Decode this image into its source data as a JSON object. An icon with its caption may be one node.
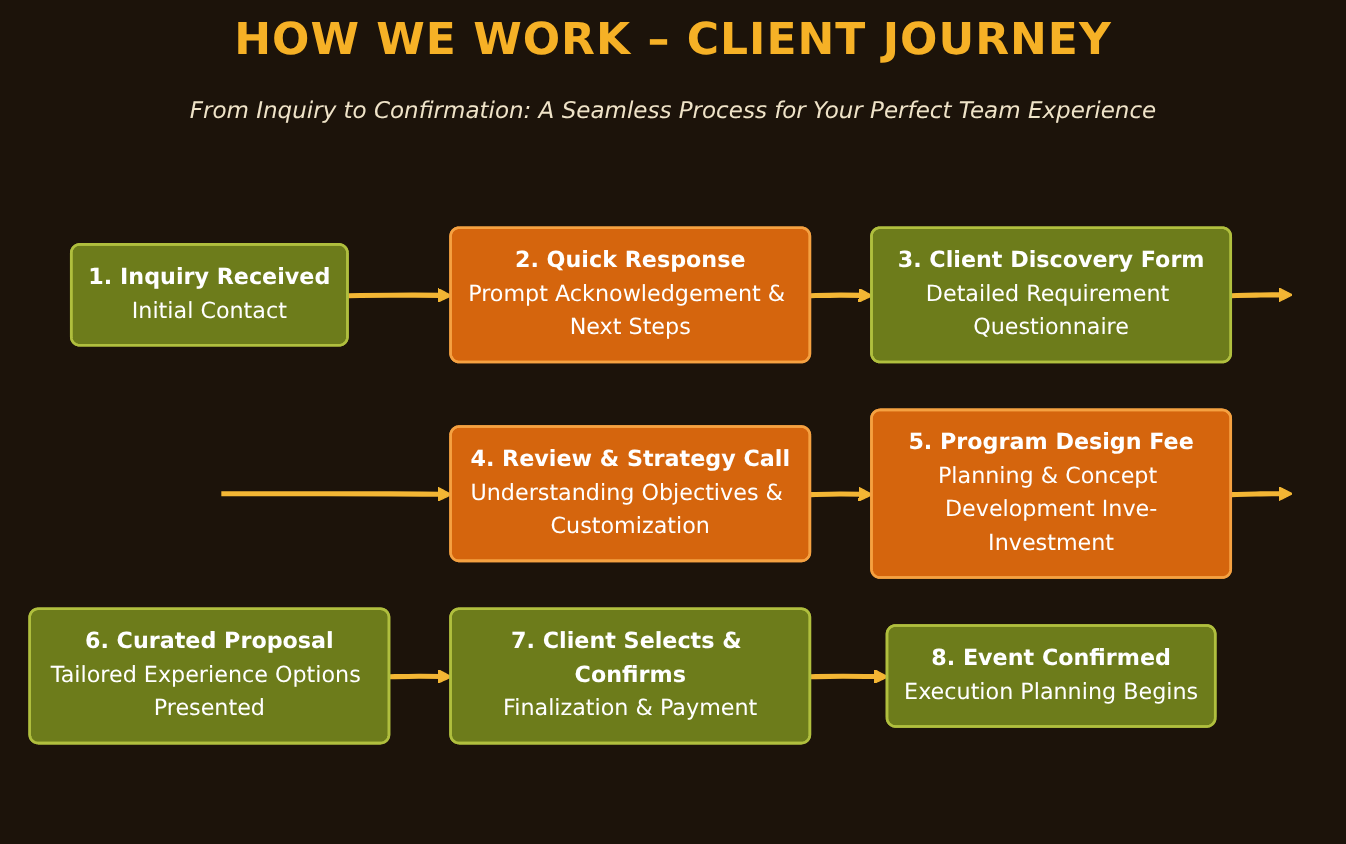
{
  "diagram": {
    "title": "HOW WE WORK – CLIENT JOURNEY",
    "nodes": [
      {
        "text": [
          "1. Inquiry Received",
          "Initial Contact"
        ]
      },
      {
        "text": [
          "2. Quick Response",
          "Prompt Acknowledgement & Next Steps"
        ]
      },
      {
        "text": [
          "3. Client Discovery Form",
          "Detailed Requirement Questionnaire"
        ]
      },
      {
        "text": [
          "4. Review & Strategy Call",
          "Understanding Objectives & Customization"
        ]
      },
      {
        "text": [
          "5. Program Design Fee",
          "Planning & Concept Development Inve-Investment"
        ]
      },
      {
        "text": [
          "6. Curated Proposal",
          "Tailored Experience Options Presented"
        ]
      },
      {
        "text": [
          "7. Client Selects & Confirms",
          "Finalization & Payment"
        ]
      },
      {
        "text": [
          "8. Event Confirmed",
          "Execution Planning Begins"
        ]
      }
    ],
    "edges": [
      {
        "from": 0,
        "to": 1,
        "arrow": "to"
      },
      {
        "from": 1,
        "to": 2,
        "arrow": "to"
      },
      {
        "from": 2,
        "to": null,
        "arrow": "to"
      },
      {
        "from": null,
        "to": 3,
        "arrow": "to"
      },
      {
        "from": 3,
        "to": 4,
        "arrow": "to"
      },
      {
        "from": 4,
        "to": null,
        "arrow": "to"
      },
      {
        "from": 5,
        "to": 6,
        "arrow": "to"
      },
      {
        "from": 6,
        "to": 7,
        "arrow": "to"
      }
    ],
    "labels": [
      "From Inquiry to Confirmation: A Seamless Process for Your Perfect Team Experience"
    ]
  }
}
